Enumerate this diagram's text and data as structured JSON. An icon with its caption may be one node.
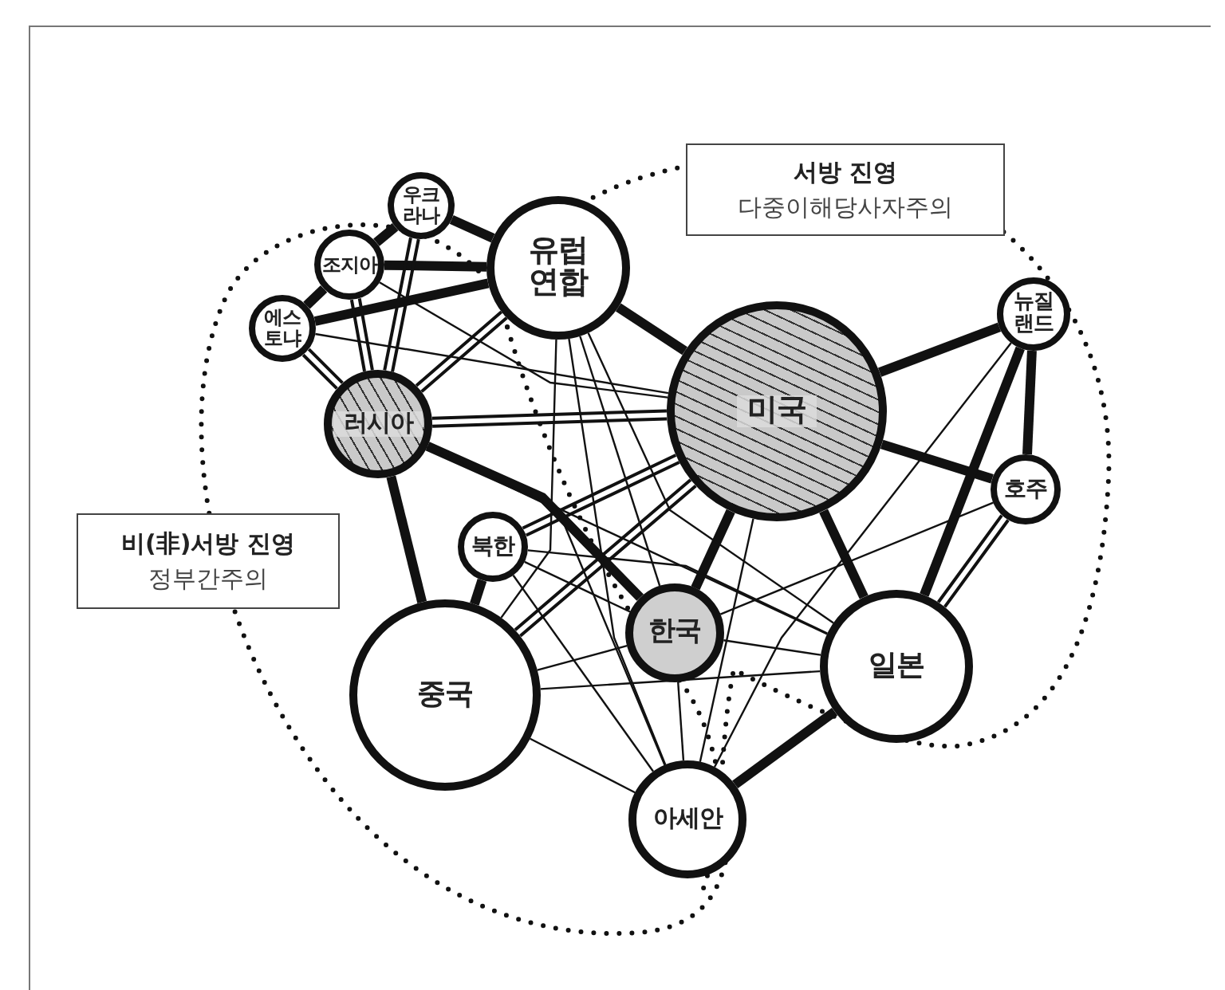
{
  "diagram": {
    "nodes": [
      {
        "text": [
          "유럽 연합"
        ]
      },
      {
        "text": [
          "미국"
        ]
      },
      {
        "text": [
          "우크라나"
        ]
      },
      {
        "text": [
          "조지아"
        ]
      },
      {
        "text": [
          "에스토냐"
        ]
      },
      {
        "text": [
          "러시아"
        ]
      },
      {
        "text": [
          "뉴질랜드"
        ]
      },
      {
        "text": [
          "호주"
        ]
      },
      {
        "text": [
          "북한"
        ]
      },
      {
        "text": [
          "한국"
        ]
      },
      {
        "text": [
          "중국"
        ]
      },
      {
        "text": [
          "일본"
        ]
      },
      {
        "text": [
          "아세안"
        ]
      },
      {
        "text": [
          "서방 진영",
          "다중이해당사자주의"
        ]
      },
      {
        "text": [
          "비(非)서방 진영",
          "정부간주의"
        ]
      }
    ],
    "edges": [
      {
        "from": 0,
        "to": 1,
        "arrow": "none",
        "style": "thick"
      },
      {
        "from": 0,
        "to": 2,
        "arrow": "none",
        "style": "thick"
      },
      {
        "from": 0,
        "to": 3,
        "arrow": "none",
        "style": "thick"
      },
      {
        "from": 0,
        "to": 4,
        "arrow": "none",
        "style": "thick"
      },
      {
        "from": 2,
        "to": 3,
        "arrow": "none",
        "style": "thick"
      },
      {
        "from": 3,
        "to": 4,
        "arrow": "none",
        "style": "thick"
      },
      {
        "from": 5,
        "to": 10,
        "arrow": "none",
        "style": "thick"
      },
      {
        "from": 1,
        "to": 6,
        "arrow": "none",
        "style": "thick"
      },
      {
        "from": 1,
        "to": 7,
        "arrow": "none",
        "style": "thick"
      },
      {
        "from": 6,
        "to": 7,
        "arrow": "none",
        "style": "thick"
      },
      {
        "from": 6,
        "to": 11,
        "arrow": "none",
        "style": "thick"
      },
      {
        "from": 7,
        "to": 11,
        "arrow": "none"
      },
      {
        "from": 1,
        "to": 9,
        "arrow": "none",
        "style": "thick"
      },
      {
        "from": 1,
        "to": 11,
        "arrow": "none",
        "style": "thick"
      },
      {
        "from": 12,
        "to": 11,
        "arrow": "none",
        "style": "thick"
      },
      {
        "from": 8,
        "to": 10,
        "arrow": "none",
        "style": "thick"
      },
      {
        "from": 5,
        "to": 2,
        "arrow": "none"
      },
      {
        "from": 5,
        "to": 3,
        "arrow": "none"
      },
      {
        "from": 5,
        "to": 4,
        "arrow": "none"
      },
      {
        "from": 5,
        "to": 1,
        "arrow": "none"
      },
      {
        "from": 5,
        "to": 0,
        "arrow": "none"
      },
      {
        "from": 8,
        "to": 1,
        "arrow": "none"
      },
      {
        "from": 10,
        "to": 1,
        "arrow": "none"
      },
      {
        "from": 5,
        "to": 9,
        "arrow": "none",
        "style": "thick"
      },
      {
        "from": 5,
        "to": 11,
        "arrow": "none"
      },
      {
        "from": 8,
        "to": 11,
        "arrow": "none"
      },
      {
        "from": 8,
        "to": 9,
        "arrow": "none"
      },
      {
        "from": 9,
        "to": 10,
        "arrow": "none"
      },
      {
        "from": 10,
        "to": 12,
        "arrow": "none"
      },
      {
        "from": 4,
        "to": 1,
        "arrow": "none"
      },
      {
        "from": 3,
        "to": 1,
        "arrow": "none"
      },
      {
        "from": 0,
        "to": 12,
        "arrow": "none"
      },
      {
        "from": 0,
        "to": 9,
        "arrow": "none"
      },
      {
        "from": 0,
        "to": 11,
        "arrow": "none"
      },
      {
        "from": 0,
        "to": 10,
        "arrow": "none"
      },
      {
        "from": 5,
        "to": 12,
        "arrow": "none"
      },
      {
        "from": 8,
        "to": 12,
        "arrow": "none"
      },
      {
        "from": 9,
        "to": 11,
        "arrow": "none"
      },
      {
        "from": 9,
        "to": 12,
        "arrow": "none"
      },
      {
        "from": 10,
        "to": 11,
        "arrow": "none"
      },
      {
        "from": 1,
        "to": 12,
        "arrow": "none"
      },
      {
        "from": 6,
        "to": 12,
        "arrow": "none"
      },
      {
        "from": 7,
        "to": 9,
        "arrow": "none"
      }
    ]
  }
}
